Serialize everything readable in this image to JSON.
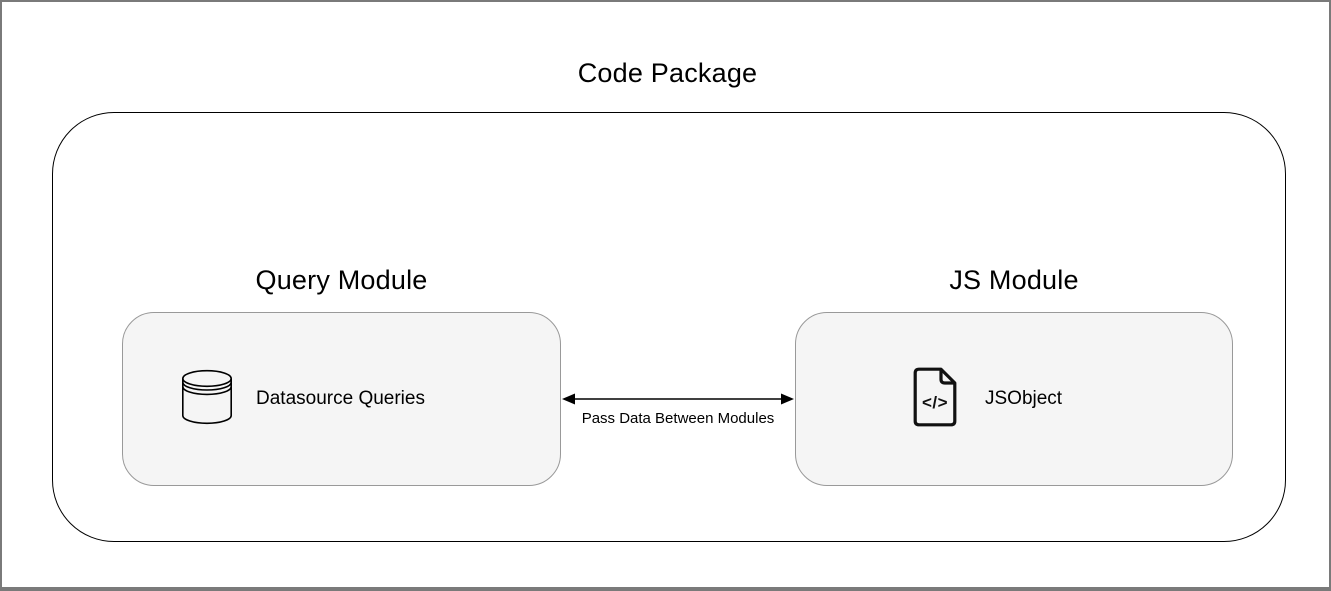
{
  "diagram": {
    "title": "Code Package",
    "modules": [
      {
        "id": "query-module",
        "title": "Query Module",
        "node_label": "Datasource Queries",
        "icon": "database-icon"
      },
      {
        "id": "js-module",
        "title": "JS Module",
        "node_label": "JSObject",
        "icon": "code-file-icon"
      }
    ],
    "connector": {
      "type": "double-headed-arrow",
      "label": "Pass Data Between Modules"
    },
    "icon_glyphs": {
      "code_file_text": "</>"
    }
  },
  "colors": {
    "background": "#ffffff",
    "frame_border": "#7a7a7a",
    "container_border": "#000000",
    "node_fill": "#f5f5f5",
    "node_border": "#999999",
    "text": "#000000",
    "arrow": "#000000"
  }
}
